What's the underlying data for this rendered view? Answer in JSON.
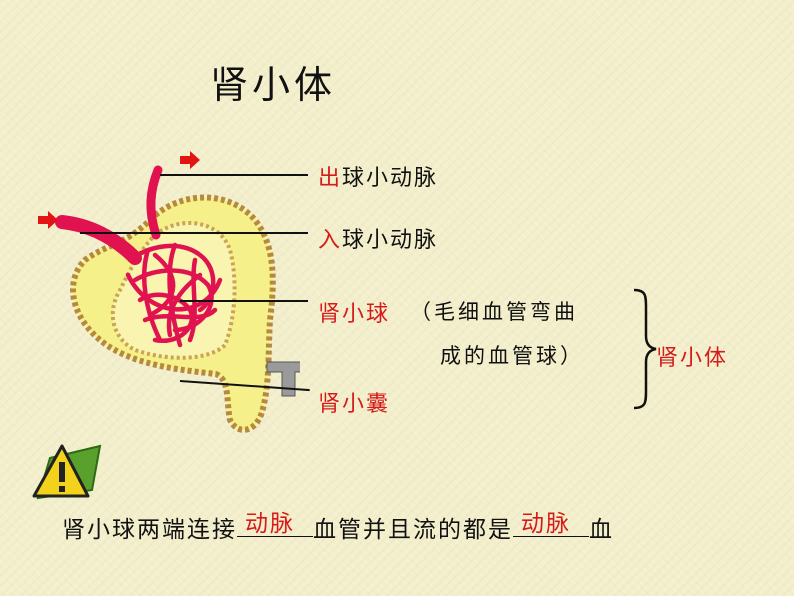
{
  "title": "肾小体",
  "labels": {
    "efferent_prefix": "出",
    "efferent_rest": "球小动脉",
    "afferent_prefix": "入",
    "afferent_rest": "球小动脉",
    "glomerulus": "肾小球",
    "glomerulus_note_line1": "（毛细血管弯曲",
    "glomerulus_note_line2": "成的血管球）",
    "capsule": "肾小囊",
    "bracket_label": "肾小体"
  },
  "question": {
    "part1": "肾小球两端连接",
    "answer1": "动脉",
    "part2": "血管并且流的都是",
    "answer2": "动脉",
    "part3": "血"
  },
  "icons": {
    "warning": "warning-icon",
    "arrow": "red-arrow-icon"
  },
  "colors": {
    "accent_red": "#d61b1b",
    "vessel": "#e0124f",
    "capsule": "#f6f08a"
  }
}
